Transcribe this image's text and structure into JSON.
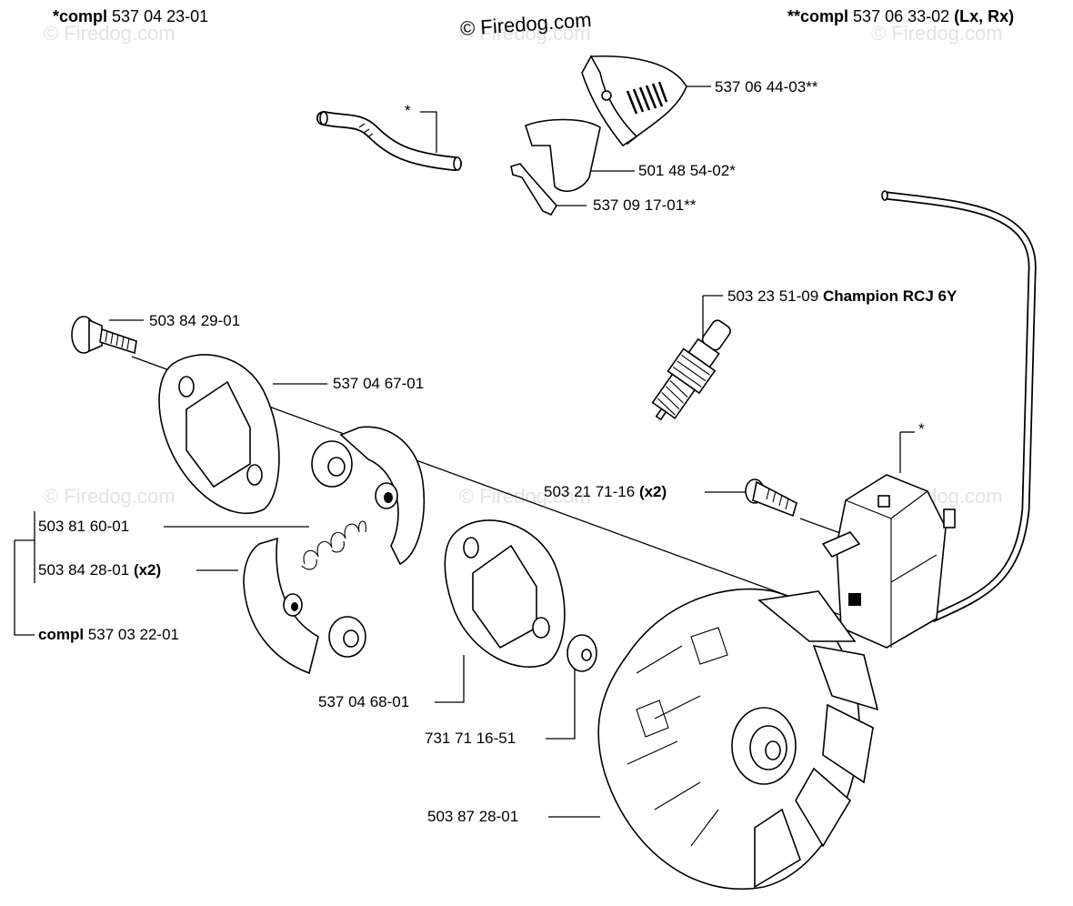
{
  "header": {
    "left": {
      "prefix": "*compl",
      "number": "537 04 23-01"
    },
    "right": {
      "prefix": "**compl",
      "number": "537 06 33-02",
      "suffix": "(Lx, Rx)"
    },
    "copyright": "© Firedog.com"
  },
  "watermarks": [
    "© Firedog.com",
    "© Firedog.com",
    "© Firedog.com",
    "© Firedog.com",
    "© Firedog.com",
    "© Firedog.com"
  ],
  "parts": {
    "fuel_hose_marker": "*",
    "cover_grille": "537 06 44-03**",
    "air_plate": "501 48 54-02*",
    "rod": "537 09 17-01**",
    "spark_plug_number": "503 23 51-09",
    "spark_plug_name": "Champion RCJ 6Y",
    "ignition_marker": "*",
    "screw_top": "503 84 29-01",
    "plate_top": "537 04 67-01",
    "ignition_screw_number": "503 21 71-16",
    "ignition_screw_qty": "(x2)",
    "spring": "503 81 60-01",
    "shoe_number": "503 84 28-01",
    "shoe_qty": "(x2)",
    "clutch_compl_prefix": "compl",
    "clutch_compl_number": "537 03 22-01",
    "plate_bottom": "537 04 68-01",
    "washer": "731 71 16-51",
    "flywheel": "503 87 28-01"
  }
}
